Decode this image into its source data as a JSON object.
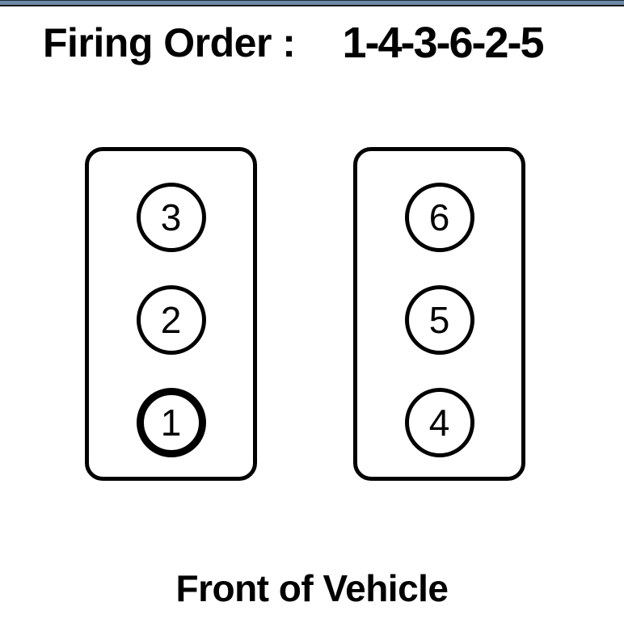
{
  "top_bar": {
    "color": "#6d8aa6",
    "border_top_color": "#1d2f3f",
    "border_bottom_color": "#1b1b1b"
  },
  "header": {
    "label": "Firing Order :",
    "sequence": "1-4-3-6-2-5"
  },
  "footer": {
    "caption": "Front of Vehicle"
  },
  "diagram": {
    "type": "engine-cylinder-layout",
    "stroke_color": "#000000",
    "background_color": "#ffffff",
    "banks": [
      {
        "name": "left-bank",
        "cylinders": [
          {
            "number": "3",
            "highlighted": false
          },
          {
            "number": "2",
            "highlighted": false
          },
          {
            "number": "1",
            "highlighted": true
          }
        ]
      },
      {
        "name": "right-bank",
        "cylinders": [
          {
            "number": "6",
            "highlighted": false
          },
          {
            "number": "5",
            "highlighted": false
          },
          {
            "number": "4",
            "highlighted": false
          }
        ]
      }
    ]
  }
}
